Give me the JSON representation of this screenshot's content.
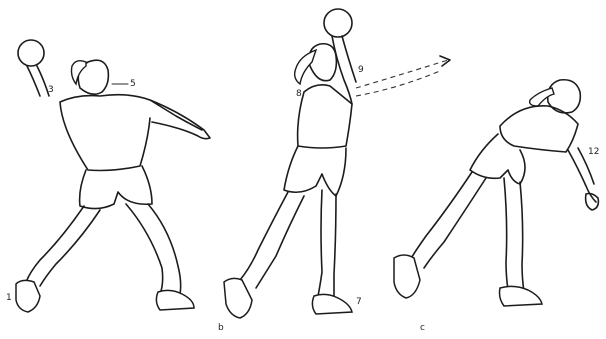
{
  "figure": {
    "panels": [
      {
        "id": "a",
        "caption": "",
        "numbers": [
          "3",
          "5",
          "1"
        ]
      },
      {
        "id": "b",
        "caption": "b",
        "numbers": [
          "8",
          "9",
          "7"
        ]
      },
      {
        "id": "c",
        "caption": "c",
        "numbers": [
          "12"
        ]
      }
    ],
    "description_elements": [
      "ball",
      "player",
      "throw-trajectory"
    ]
  }
}
